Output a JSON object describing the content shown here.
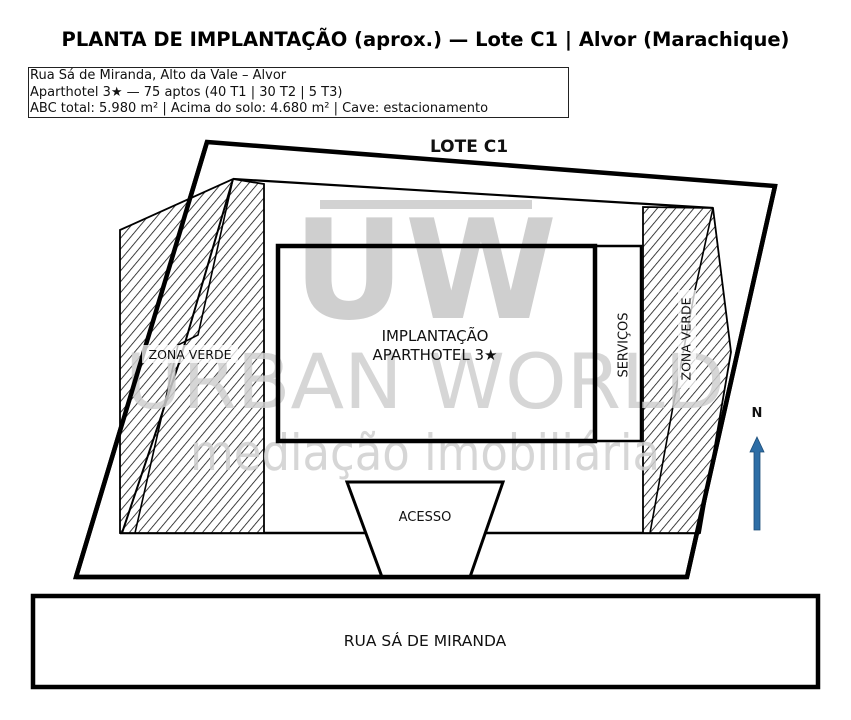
{
  "title": "PLANTA DE IMPLANTAÇÃO (aprox.) — Lote C1 | Alvor (Marachique)",
  "info_box": {
    "lines": [
      "Rua Sá de Miranda, Alto da Vale – Alvor",
      "Aparthotel 3★ — 75 aptos (40 T1 | 30 T2 | 5 T3)",
      "ABC total: 5.980 m² | Acima do solo: 4.680 m² | Cave: estacionamento"
    ]
  },
  "plan": {
    "lot_label": "LOTE C1",
    "building_label_line1": "IMPLANTAÇÃO",
    "building_label_line2": "APARTHOTEL 3★",
    "services_label": "SERVIÇOS",
    "green_zone_left_label": "ZONA VERDE",
    "green_zone_right_label": "ZONA VERDE",
    "access_label": "ACESSO",
    "street_label": "RUA SÁ DE MIRANDA",
    "north_label": "N",
    "north_arrow_color": "#2e6ea6",
    "line_color": "#000000",
    "hatch_color": "#111111"
  },
  "watermark": {
    "logo": "UW",
    "line1": "URBAN WORLD",
    "line2": "mediação imobiliária",
    "color": "#cfcfcf"
  }
}
